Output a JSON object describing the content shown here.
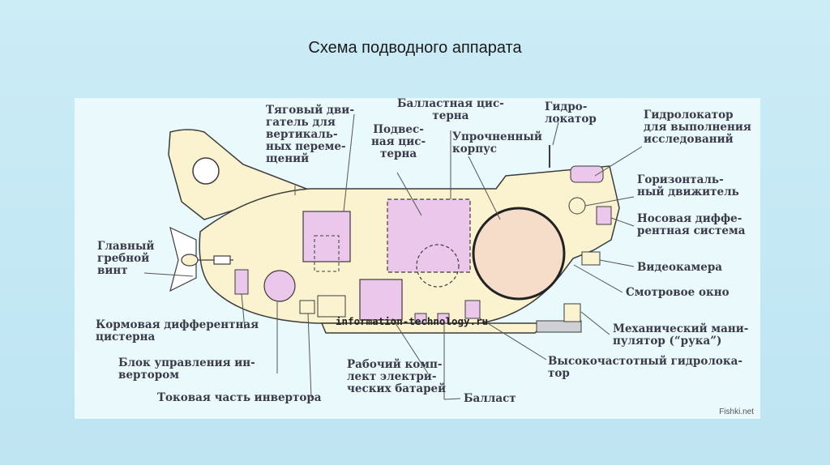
{
  "slide": {
    "title": "Схема подводного аппарата"
  },
  "diagram": {
    "labels": {
      "tyagovy": "Тяговый дви-\nгатель для\nвертикаль-\nных переме-\nщений",
      "ballast_tank": "Балластная цис-\nтерна",
      "hanging_tank": "Подвес-\nная цис-\nтерна",
      "hull": "Упрочненный\nкорпус",
      "sonar": "Гидро-\nлокатор",
      "research_sonar": "Гидролокатор\nдля выполнения\nисследований",
      "horizontal_thruster": "Горизонталь-\nный движитель",
      "bow_trim": "Носовая диффе-\nрентная система",
      "video_camera": "Видеокамера",
      "viewport": "Смотровое окно",
      "manipulator": "Механический мани-\nпулятор (“рука”)",
      "hf_sonar": "Высокочастотный гидролока-\nтор",
      "ballast": "Балласт",
      "battery": "Рабочий комп-\nлект электри-\nческих батарей",
      "inverter_current": "Токовая часть инвертора",
      "inverter_control": "Блок управления ин-\nвертором",
      "stern_trim": "Кормовая дифферентная\nцистерна",
      "propeller": "Главный\nгребной\nвинт"
    },
    "watermark": "information-technology.ru",
    "credit": "Fishki.net",
    "colors": {
      "body": "#fbf3cf",
      "tank": "#eac7eb",
      "hull": "#f5ddc9",
      "outline": "#3c3c3c"
    }
  }
}
